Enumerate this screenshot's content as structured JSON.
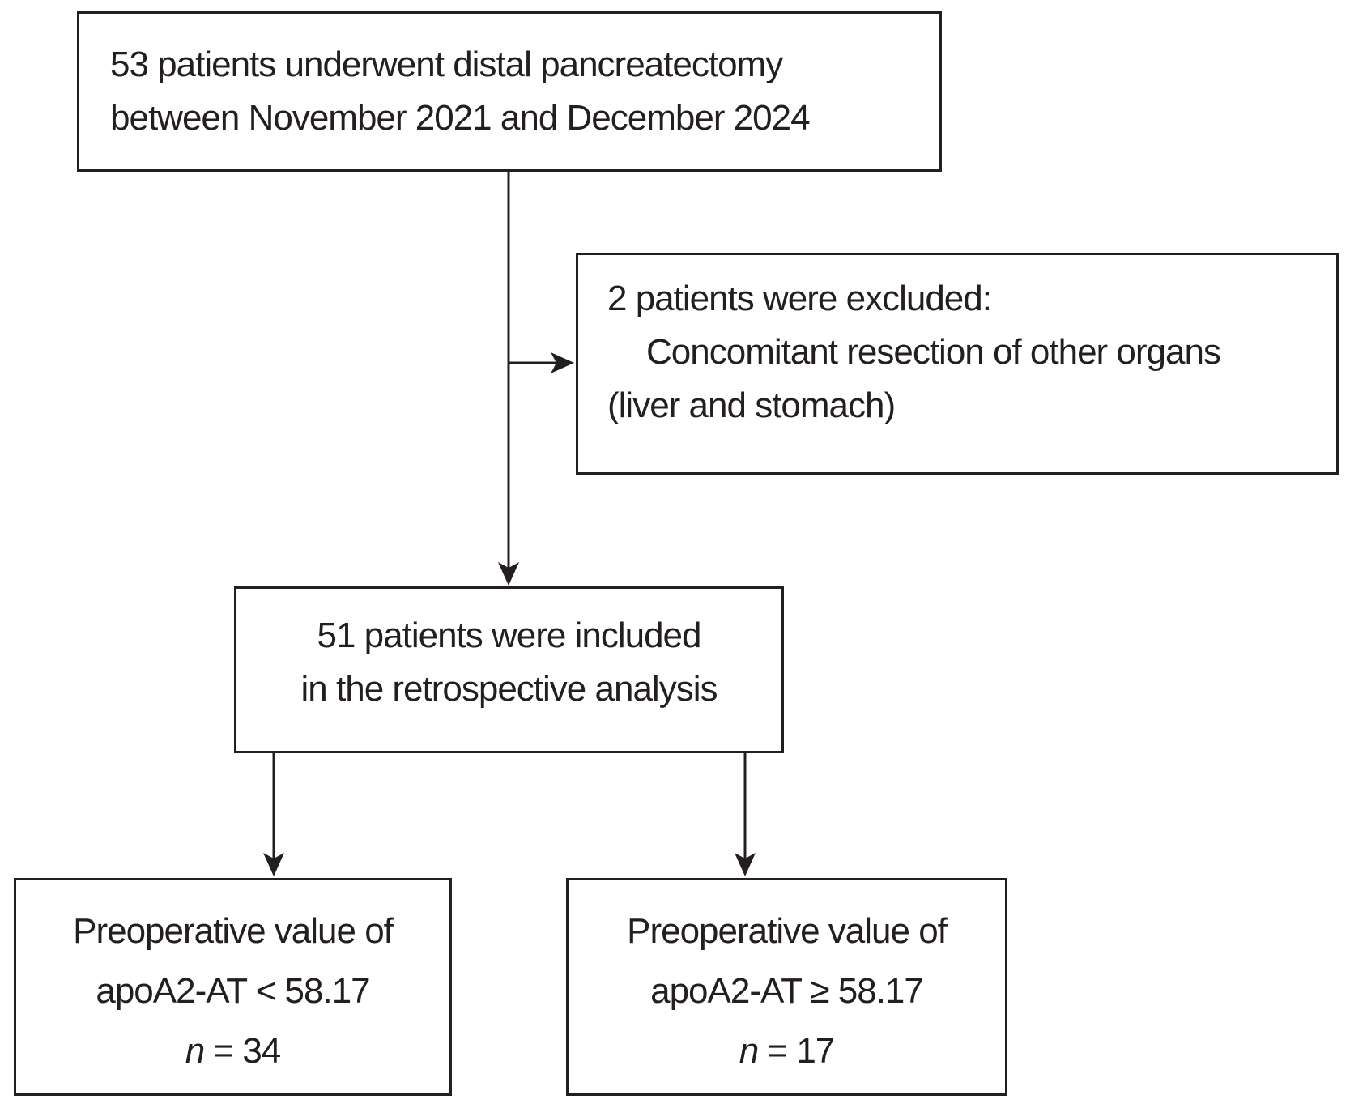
{
  "figure": {
    "kind": "patient-flow-diagram",
    "colors": {
      "background": "#ffffff",
      "line": "#231f20",
      "text": "#231f20"
    }
  },
  "boxes": {
    "enrolled": {
      "lines": [
        "53 patients underwent distal pancreatectomy",
        "between November 2021 and December 2024"
      ]
    },
    "excluded": {
      "lines": [
        "2 patients were excluded:",
        "Concomitant resection of other organs",
        "(liver and stomach)"
      ]
    },
    "included": {
      "lines": [
        "51 patients were included",
        "in the retrospective analysis"
      ]
    },
    "low_group": {
      "lines": [
        "Preoperative value of",
        "apoA2-AT < 58.17"
      ],
      "n_line": {
        "var": "n",
        "rest": " = 34"
      }
    },
    "high_group": {
      "lines": [
        "Preoperative value of",
        "apoA2-AT ≥ 58.17"
      ],
      "n_line": {
        "var": "n",
        "rest": " = 17"
      }
    }
  }
}
